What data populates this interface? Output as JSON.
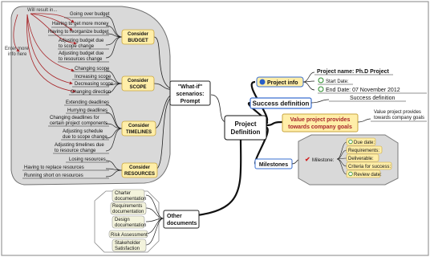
{
  "center": {
    "line1": "Project",
    "line2": "Definition"
  },
  "whatif": {
    "line1": "\"What-if\"",
    "line2": "scenarios:",
    "line3": "Prompt"
  },
  "note": {
    "prefix": "Will result in...",
    "enter1": "Enter more",
    "enter2": "info here"
  },
  "budget": {
    "label1": "Consider",
    "label2": "BUDGET",
    "items": [
      "Going over budget",
      "Having to get more money",
      "Having to reorganize budget",
      "Adjusting budget due",
      "to scope change",
      "Adjusting budget due",
      "to resources change"
    ]
  },
  "scope": {
    "label1": "Consider",
    "label2": "SCOPE",
    "items": [
      "Changing scope",
      "Increasing scope",
      "Decreasing scope",
      "Changing direction"
    ]
  },
  "timelines": {
    "label1": "Consider",
    "label2": "TIMELINES",
    "items": [
      "Extending deadlines",
      "Hurrying deadlines",
      "Changing deadlines for",
      "certain project components",
      "Adjusting schedule",
      "due to scope change",
      "Adjusting timelines due",
      "to resource change"
    ]
  },
  "resources": {
    "label1": "Consider",
    "label2": "RESOURCES",
    "items": [
      "Losing resources",
      "Having to replace resources",
      "Running short on resources"
    ]
  },
  "project_info": {
    "label": "Project info",
    "name": "Project name: Ph.D Project",
    "start": "Start Date:",
    "end": "End Date: 07 November 2012"
  },
  "success": {
    "label": "Success definition",
    "child": "Success definition"
  },
  "value": {
    "line1": "Value project provides",
    "line2": "towards company goals",
    "child1": "Value project provides",
    "child2": "towards company goals"
  },
  "milestones": {
    "label": "Milestones",
    "box_label": "Milestone:",
    "items": [
      "Due date:",
      "Requirements:",
      "Deliverable:",
      "Criteria for success:",
      "Review date:"
    ]
  },
  "other_docs": {
    "line1": "Other",
    "line2": "documents",
    "items": [
      {
        "l1": "Charter",
        "l2": "documentation"
      },
      {
        "l1": "Requirements",
        "l2": "documentation"
      },
      {
        "l1": "Design",
        "l2": "documentation"
      },
      {
        "l1": "Risk Assessment",
        "l2": ""
      },
      {
        "l1": "Stakeholder",
        "l2": "Satisfaction"
      }
    ]
  },
  "colors": {
    "canvas_border": "#9a9a9a",
    "cloud_fill": "#d9d9d9",
    "node_yellow": "#ffeea8",
    "node_yellow_stroke": "#c9a640",
    "node_blue_stroke": "#3a6fd0",
    "doc_fill": "#f3f3dc",
    "relation": "#a8262a",
    "check": "#d02020",
    "info_blue": "#2a5fc8"
  }
}
